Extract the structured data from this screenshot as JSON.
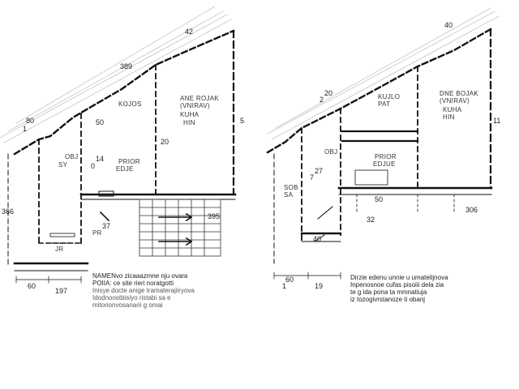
{
  "left_plan": {
    "dims": [
      "80",
      "1",
      "389",
      "42",
      "50",
      "14",
      "0",
      "20",
      "5",
      "366",
      "395",
      "37",
      "60",
      "197"
    ],
    "rooms": [
      "OBJ",
      "SY",
      "KOJOS",
      "ANE ROJAK",
      "(VNIRAV)",
      "KUHA",
      "HIN",
      "PRIOR",
      "EDJE",
      "PR",
      "JR"
    ],
    "note": [
      "NAMENvo zicaaazmne nju ovara",
      "POIIA: ce site rieri noratgotti",
      "Inisye docte anige tramaterajiiryova",
      "Idodnoostbisiyo ristabi sa e",
      "mitorionvosanarii g omai"
    ]
  },
  "right_plan": {
    "dims": [
      "20",
      "2",
      "40",
      "11",
      "27",
      "7",
      "50",
      "32",
      "60",
      "1",
      "19",
      "306",
      "40"
    ],
    "rooms": [
      "KUJLO",
      "PAT",
      "DNE BOJAK",
      "(VNIRAV)",
      "KUHA",
      "HIN",
      "SOB",
      "SA",
      "PRIOR",
      "EDJUE",
      "OBJ"
    ],
    "note": [
      "Dirzie edenu unnie u umatelijnova",
      "Inpenosnoe cufas pisoiii dela zia",
      "te g ida pona ta mmnatiuja",
      "iz tozogivrstanoze ti obanj"
    ]
  }
}
